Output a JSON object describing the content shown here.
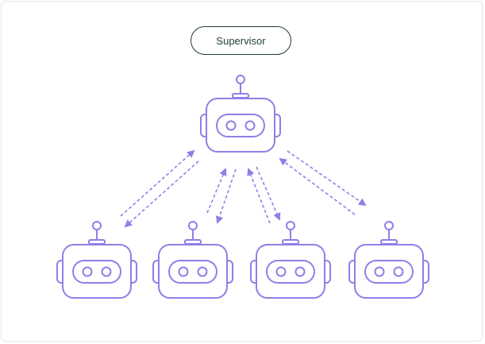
{
  "diagram": {
    "supervisor_label": "Supervisor",
    "accent_color": "#8f7fe8",
    "arrow_color": "#8f7fe8",
    "nodes": [
      {
        "role": "supervisor",
        "icon": "robot-icon"
      },
      {
        "role": "worker",
        "icon": "robot-icon"
      },
      {
        "role": "worker",
        "icon": "robot-icon"
      },
      {
        "role": "worker",
        "icon": "robot-icon"
      },
      {
        "role": "worker",
        "icon": "robot-icon"
      }
    ],
    "edges": [
      {
        "from": 0,
        "to": 1,
        "direction": "bidirectional"
      },
      {
        "from": 0,
        "to": 2,
        "direction": "bidirectional"
      },
      {
        "from": 0,
        "to": 3,
        "direction": "bidirectional"
      },
      {
        "from": 0,
        "to": 4,
        "direction": "bidirectional"
      }
    ]
  }
}
